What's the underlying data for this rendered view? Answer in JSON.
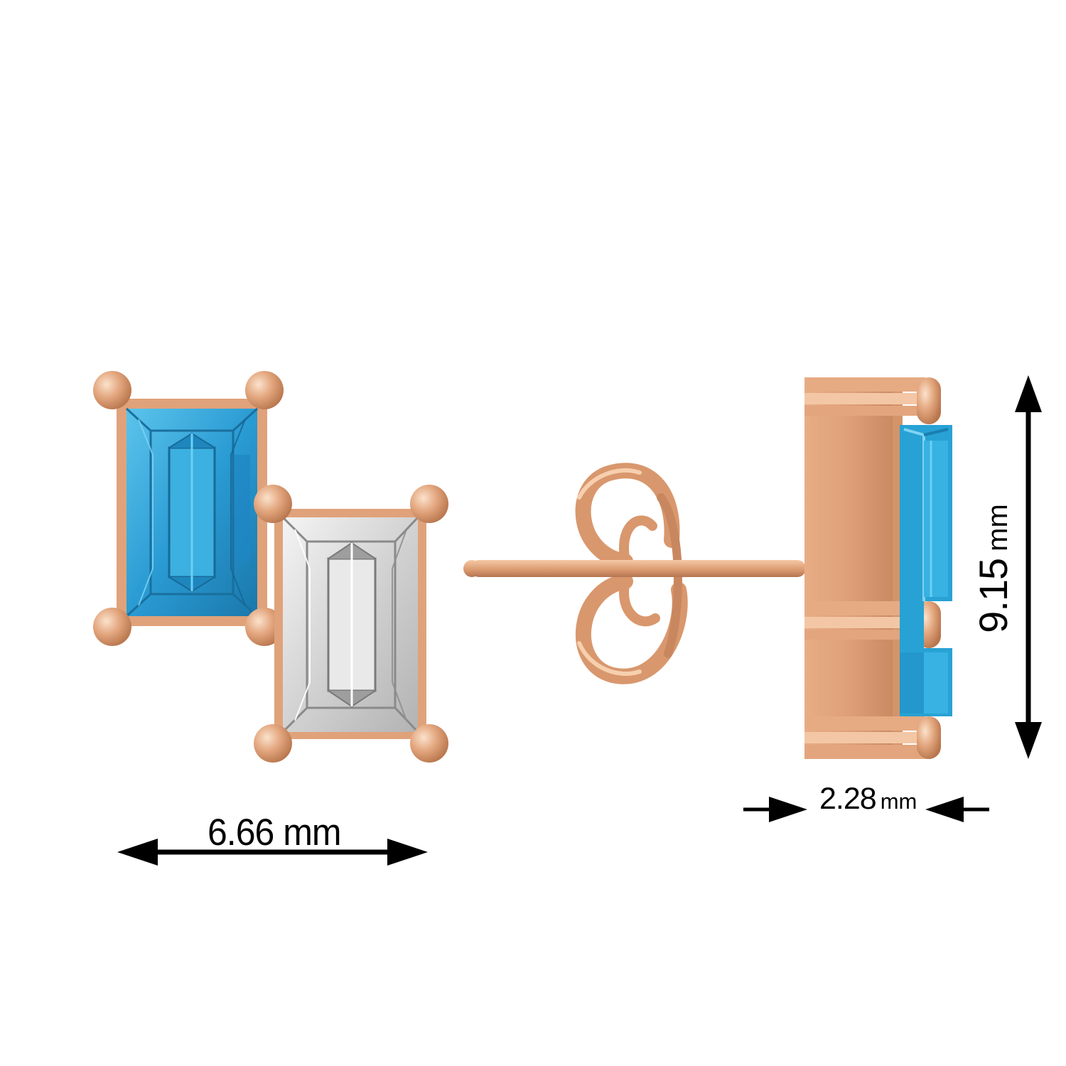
{
  "dimensions": {
    "width": {
      "value": "6.66",
      "unit": "mm"
    },
    "depth": {
      "value": "2.28",
      "unit": "mm"
    },
    "height": {
      "value": "9.15",
      "unit": "mm"
    }
  },
  "colors": {
    "metal": "#e0a27a",
    "metal_dark": "#b87850",
    "metal_light": "#f6cfae",
    "blue_stone": "#2fa4d8",
    "blue_stone_dark": "#1d7fb2",
    "white_stone": "#dcdcdc",
    "white_stone_dark": "#a9a9a9",
    "arrow": "#000000",
    "background": "#ffffff"
  }
}
